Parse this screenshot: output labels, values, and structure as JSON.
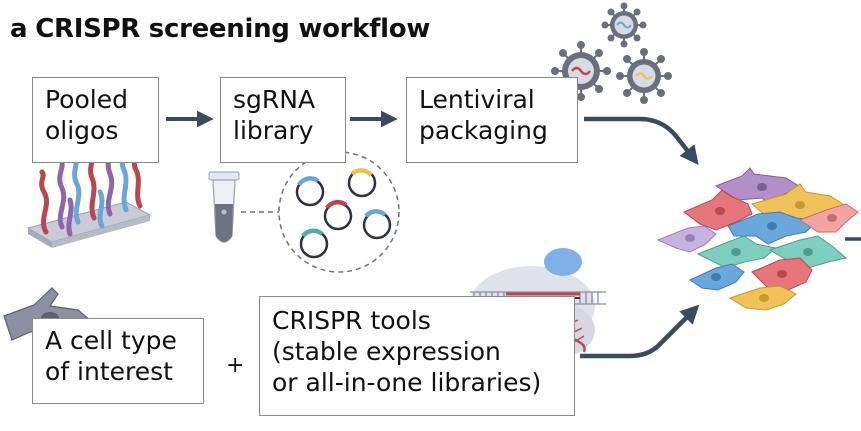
{
  "panel": {
    "letter": "a",
    "title": "CRISPR screening workflow"
  },
  "steps": {
    "pooled_oligos": [
      "Pooled",
      "oligos"
    ],
    "sgrna_library": [
      "sgRNA",
      "library"
    ],
    "lentiviral_packaging": [
      "Lentiviral",
      "packaging"
    ],
    "cell_type": [
      "A cell type",
      "of interest"
    ],
    "crispr_tools": [
      "CRISPR tools",
      "(stable expression",
      "or all-in-one libraries)"
    ]
  },
  "plus_sign": "+",
  "colors": {
    "arrow": "#3c4a5e",
    "box_border": "#8a8a8a",
    "oligo_red": "#b8474f",
    "oligo_purple": "#8e67a8",
    "oligo_blue": "#6aa7d6",
    "virus_body": "#6b6f7d",
    "cell_grey": "#8d8fa3",
    "cells": [
      "#b28fc9",
      "#f2c25a",
      "#e7767b",
      "#6aa8dc",
      "#7fcfc0",
      "#f4a3a3",
      "#c7b3e0"
    ]
  }
}
